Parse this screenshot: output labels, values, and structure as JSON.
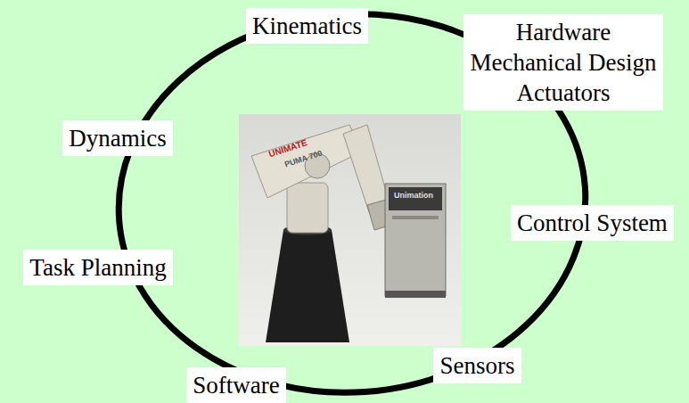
{
  "diagram": {
    "nodes": [
      {
        "text": [
          "Kinematics"
        ]
      },
      {
        "text": [
          "Hardware",
          "Mechanical Design",
          "Actuators"
        ]
      },
      {
        "text": [
          "Dynamics"
        ]
      },
      {
        "text": [
          "Control System"
        ]
      },
      {
        "text": [
          "Task Planning"
        ]
      },
      {
        "text": [
          "Sensors"
        ]
      },
      {
        "text": [
          "Software"
        ]
      }
    ],
    "labels": [
      "UNIMATE",
      "PUMA 700",
      "Unimation"
    ]
  }
}
